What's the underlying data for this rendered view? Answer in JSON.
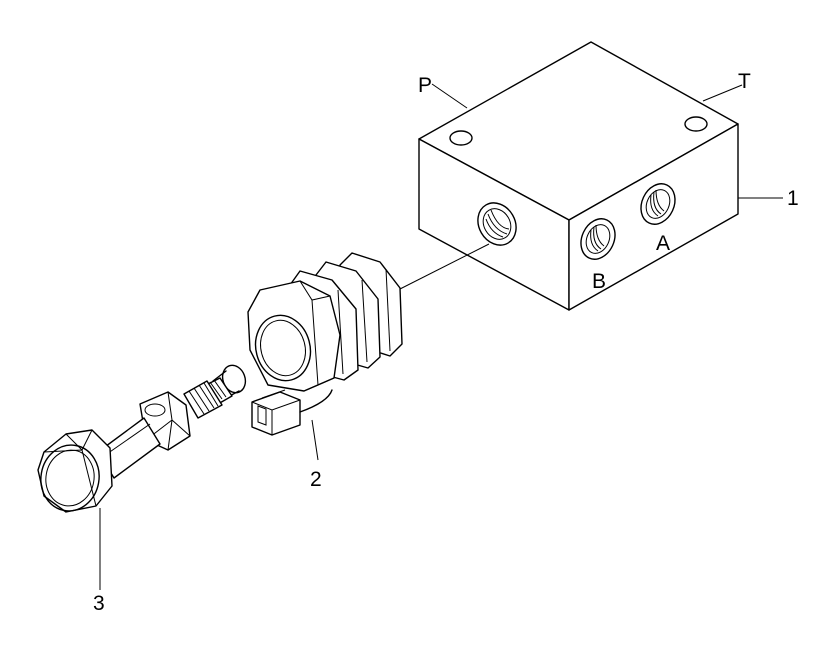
{
  "diagram": {
    "port_labels": {
      "p": "P",
      "t": "T",
      "a": "A",
      "b": "B"
    },
    "callouts": [
      {
        "id": "valve-body",
        "label": "1"
      },
      {
        "id": "solenoid-coil",
        "label": "2"
      },
      {
        "id": "cartridge-valve",
        "label": "3"
      }
    ]
  }
}
